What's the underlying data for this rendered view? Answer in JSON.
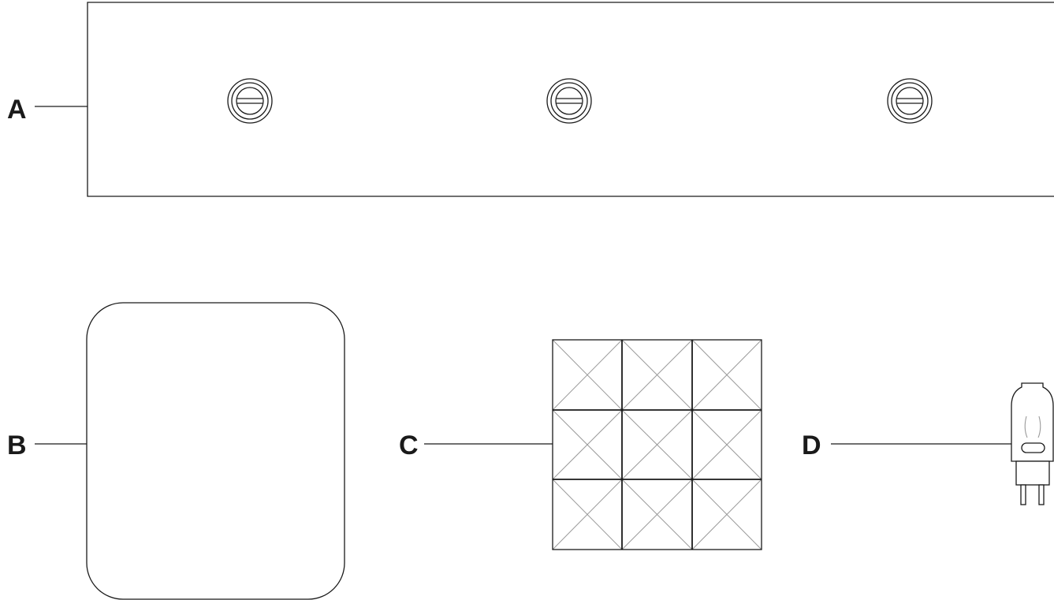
{
  "labels": {
    "a": "A",
    "b": "B",
    "c": "C",
    "d": "D"
  },
  "colors": {
    "stroke": "#1a1a1a",
    "light_stroke": "#9a9a9a",
    "background": "#ffffff"
  }
}
